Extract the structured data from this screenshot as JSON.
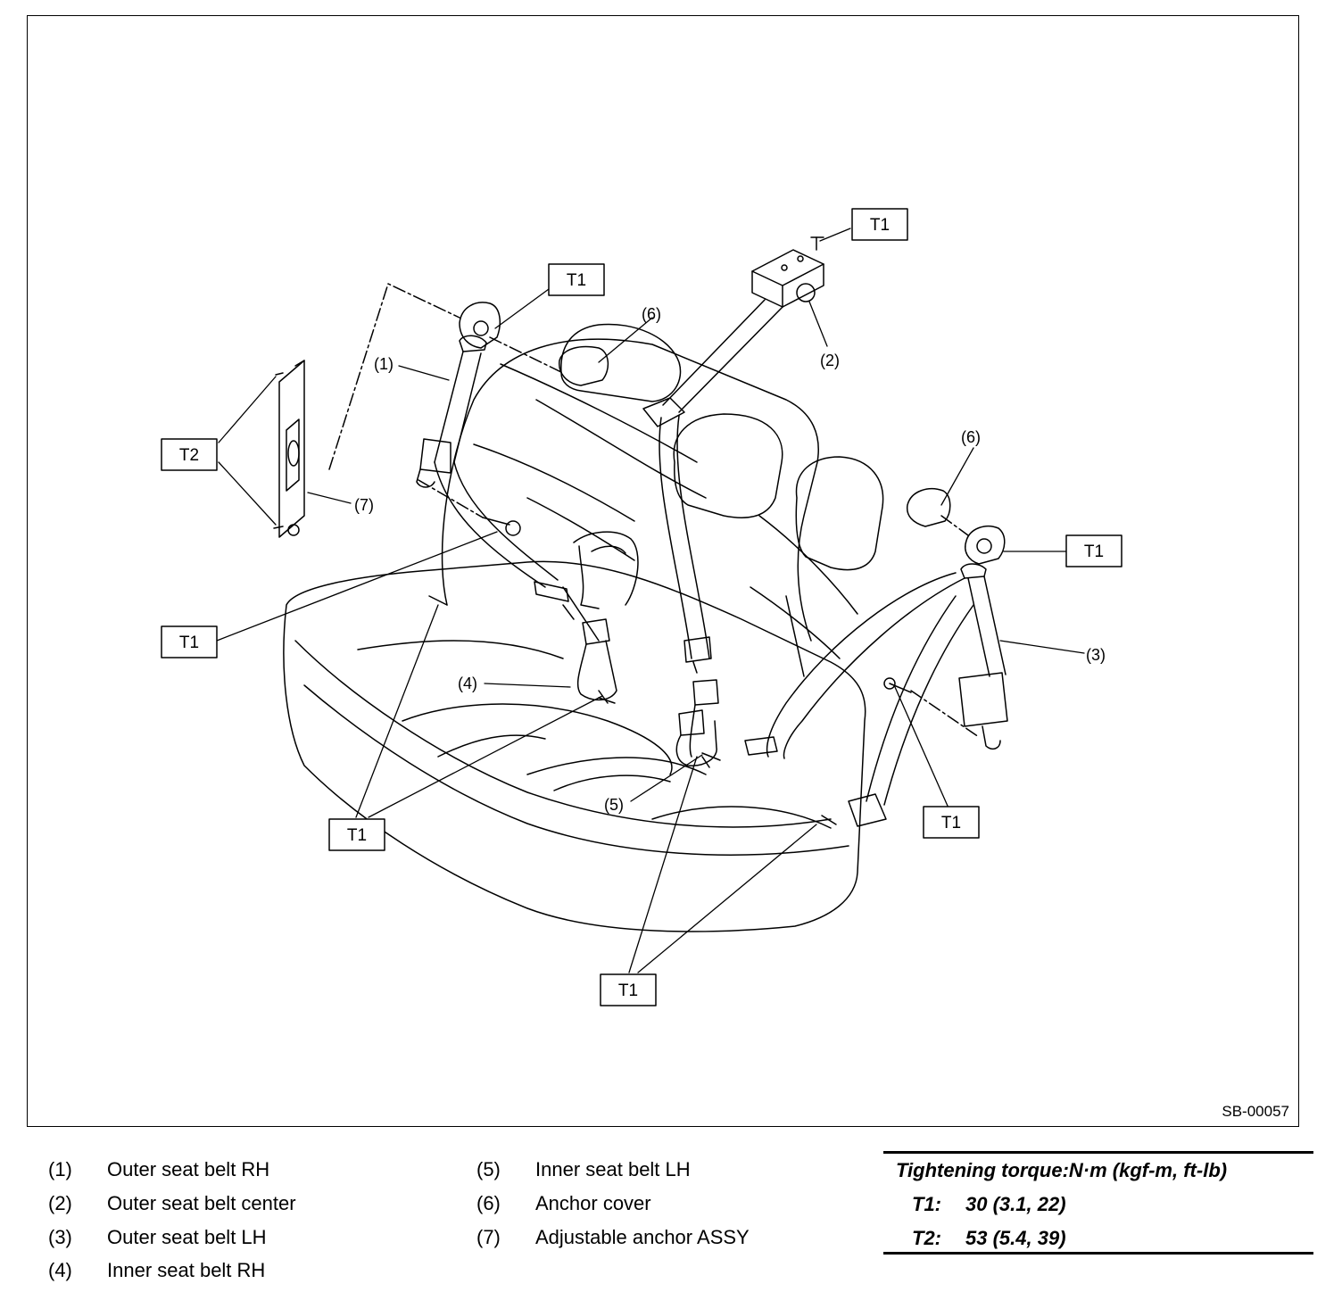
{
  "diagram": {
    "reference_id": "SB-00057",
    "torque_tag_t1": "T1",
    "torque_tag_t2": "T2",
    "callouts": {
      "c1": "(1)",
      "c2": "(2)",
      "c3": "(3)",
      "c4": "(4)",
      "c5": "(5)",
      "c6": "(6)",
      "c7": "(7)"
    }
  },
  "legend": {
    "items": [
      {
        "num": "(1)",
        "label": "Outer seat belt RH"
      },
      {
        "num": "(2)",
        "label": "Outer seat belt center"
      },
      {
        "num": "(3)",
        "label": "Outer seat belt LH"
      },
      {
        "num": "(4)",
        "label": "Inner seat belt RH"
      },
      {
        "num": "(5)",
        "label": "Inner seat belt LH"
      },
      {
        "num": "(6)",
        "label": "Anchor cover"
      },
      {
        "num": "(7)",
        "label": "Adjustable anchor ASSY"
      }
    ]
  },
  "torque": {
    "title": "Tightening torque:N·m (kgf-m, ft-lb)",
    "rows": [
      {
        "key": "T1:",
        "value": "30 (3.1, 22)"
      },
      {
        "key": "T2:",
        "value": "53 (5.4, 39)"
      }
    ]
  }
}
